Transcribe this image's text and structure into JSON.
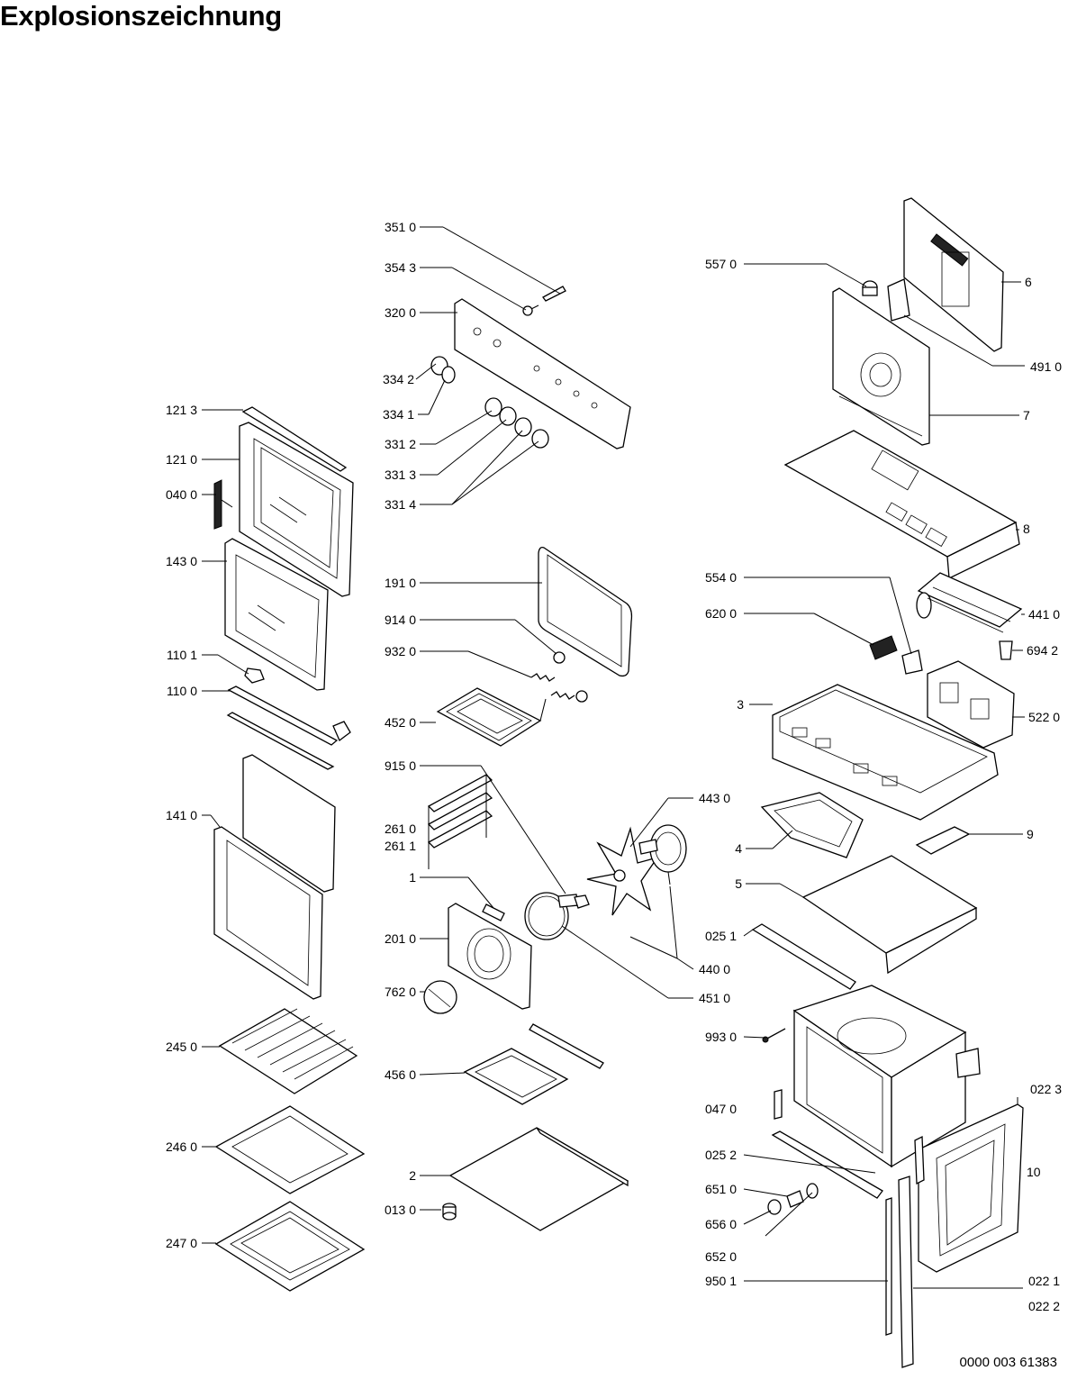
{
  "title": "Explosionszeichnung",
  "document_number": "0000 003 61383",
  "callouts": [
    "351 0",
    "354 3",
    "320 0",
    "334 2",
    "334 1",
    "331 2",
    "331 3",
    "331 4",
    "121 3",
    "121 0",
    "040 0",
    "143 0",
    "110 1",
    "110 0",
    "141 0",
    "191 0",
    "914 0",
    "932 0",
    "452 0",
    "915 0",
    "261 0",
    "261 1",
    "1",
    "201 0",
    "762 0",
    "245 0",
    "246 0",
    "247 0",
    "456 0",
    "2",
    "013 0",
    "557 0",
    "6",
    "491 0",
    "7",
    "8",
    "554 0",
    "620 0",
    "441 0",
    "694 2",
    "3",
    "522 0",
    "443 0",
    "4",
    "9",
    "5",
    "025 1",
    "440 0",
    "451 0",
    "993 0",
    "047 0",
    "022 3",
    "025 2",
    "10",
    "651 0",
    "656 0",
    "652 0",
    "950 1",
    "022 1",
    "022 2"
  ]
}
